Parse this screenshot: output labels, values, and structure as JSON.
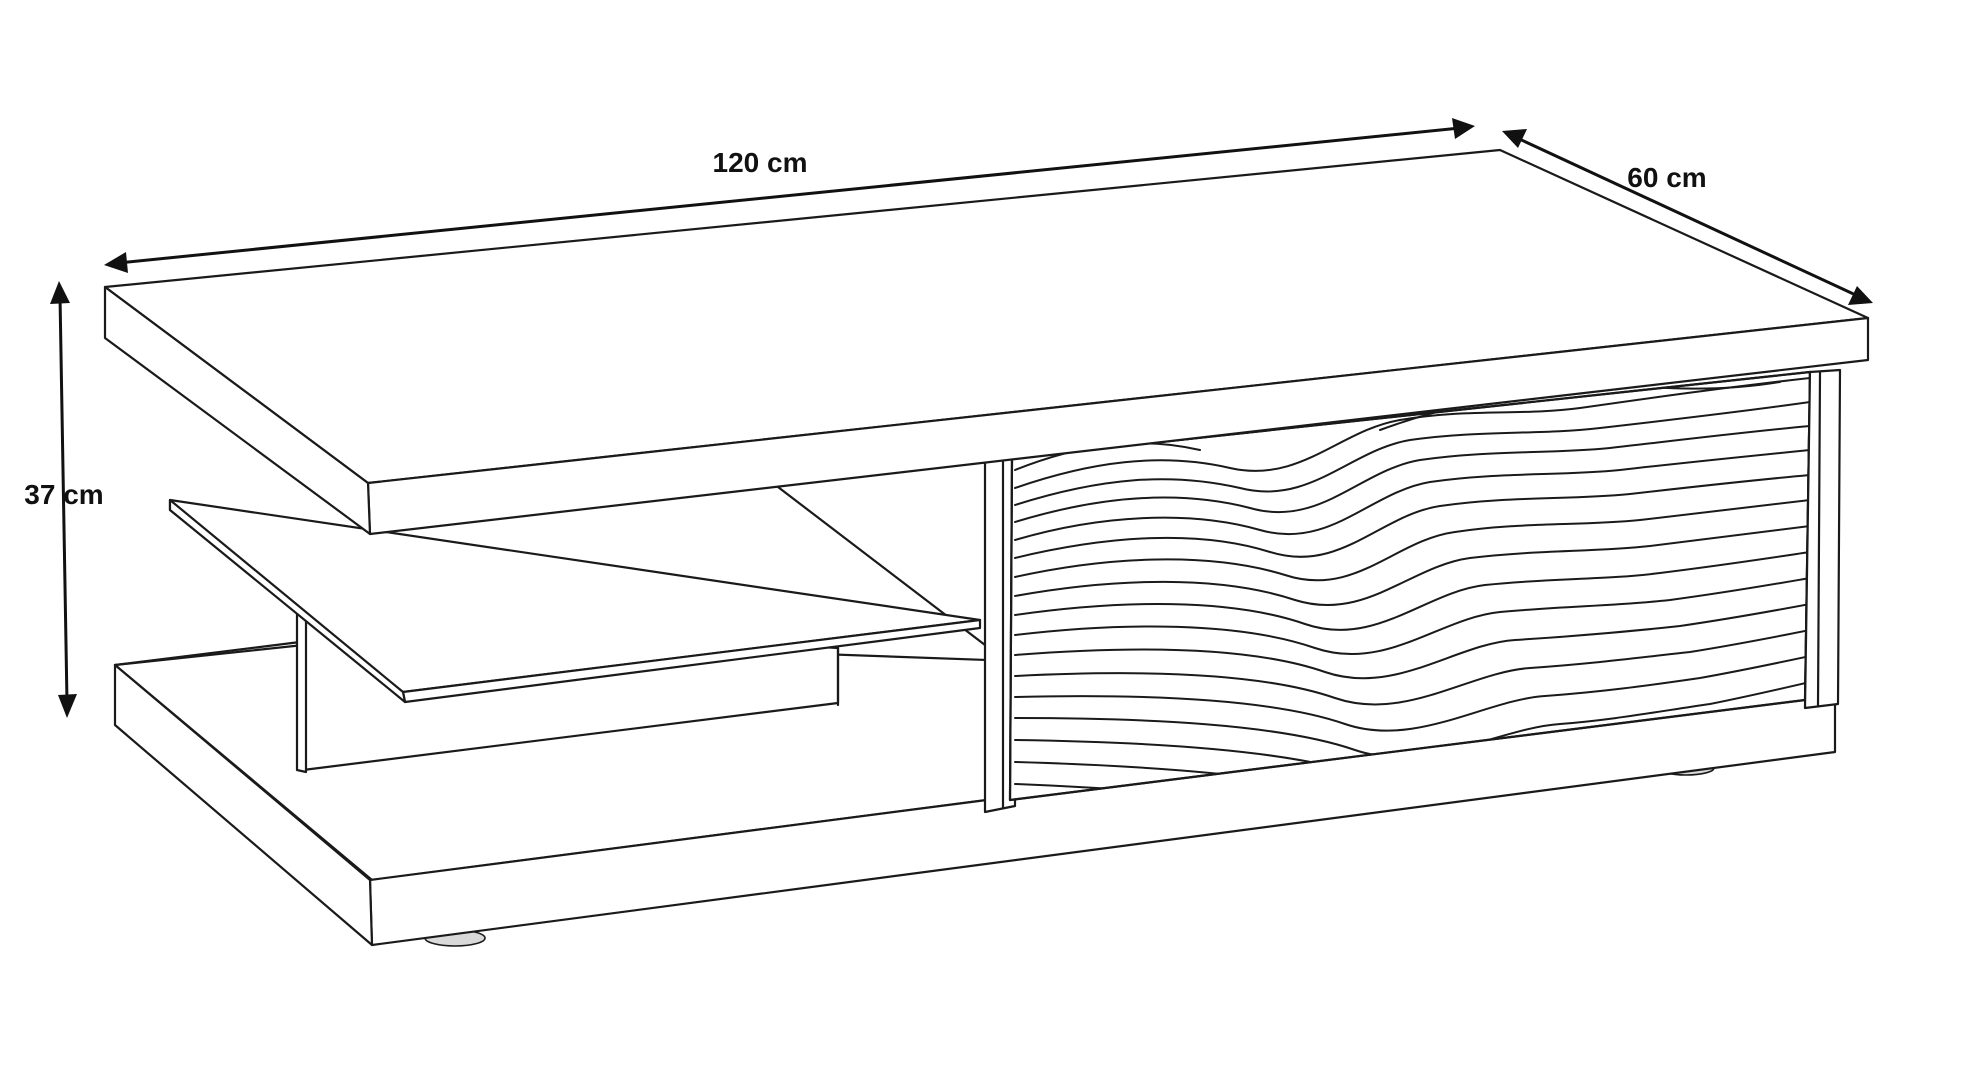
{
  "dimensions": {
    "width_label": "120 cm",
    "depth_label": "60 cm",
    "height_label": "37 cm"
  },
  "object": {
    "name": "coffee-table",
    "door_pattern": "wavy-wood-grain"
  },
  "colors": {
    "line": "#1a1a1a",
    "fill": "#ffffff",
    "foot": "#d9d9d9"
  }
}
